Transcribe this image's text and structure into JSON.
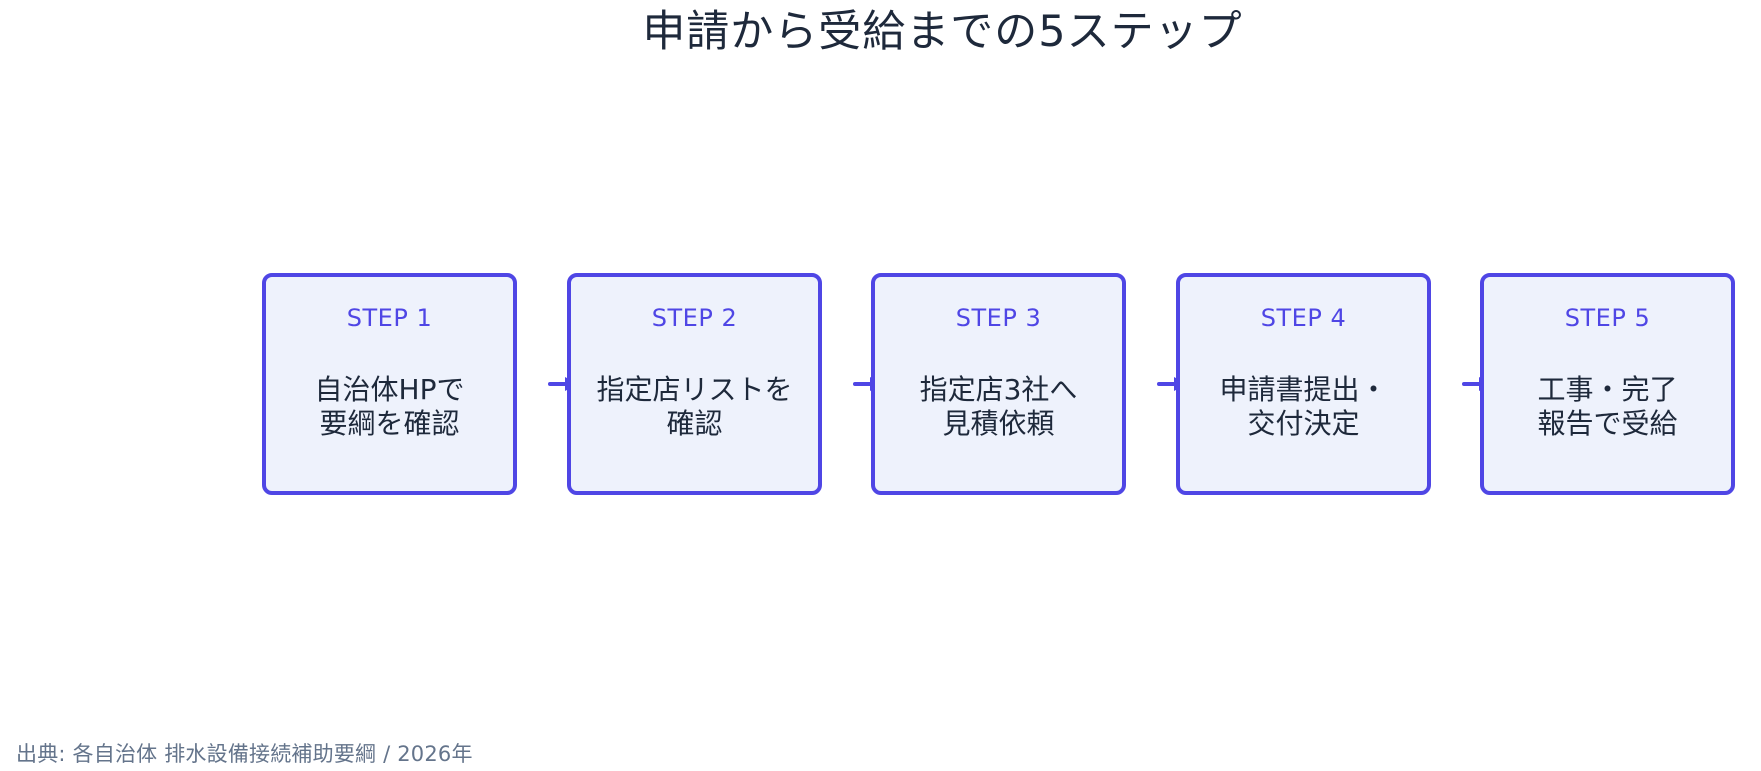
{
  "title": "申請から受給までの5ステップ",
  "steps": [
    {
      "label": "STEP 1",
      "text": "自治体HPで\n要綱を確認"
    },
    {
      "label": "STEP 2",
      "text": "指定店リストを\n確認"
    },
    {
      "label": "STEP 3",
      "text": "指定店3社へ\n見積依頼"
    },
    {
      "label": "STEP 4",
      "text": "申請書提出・\n交付決定"
    },
    {
      "label": "STEP 5",
      "text": "工事・完了\n報告で受給"
    }
  ],
  "source": "出典: 各自治体 排水設備接続補助要綱 / 2026年",
  "colors": {
    "accent": "#4f46e5",
    "box_fill": "#eef2fc",
    "text": "#1e293b",
    "muted": "#64748b"
  }
}
